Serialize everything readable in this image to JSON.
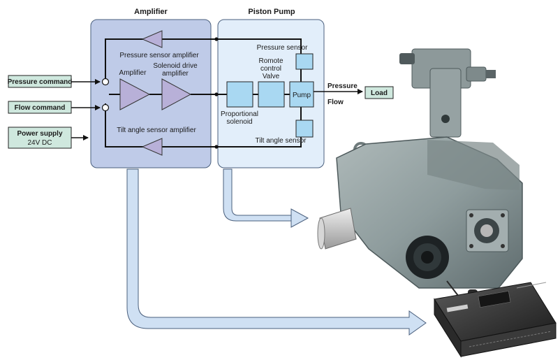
{
  "sections": {
    "amplifier": "Amplifier",
    "piston_pump": "Piston Pump"
  },
  "inputs": {
    "pressure_command": "Pressure command",
    "flow_command": "Flow command",
    "power_supply": "Power supply",
    "power_supply_voltage": "24V DC"
  },
  "blocks": {
    "pressure_sensor_amplifier": "Pressure sensor amplifier",
    "amplifier": "Amplifier",
    "solenoid_drive_amplifier_l1": "Solenoid drive",
    "solenoid_drive_amplifier_l2": "amplifier",
    "tilt_angle_sensor_amplifier": "Tilt angle sensor amplifier",
    "pressure_sensor": "Pressure sensor",
    "remote_control_valve_l1": "Romote",
    "remote_control_valve_l2": "control",
    "remote_control_valve_l3": "Valve",
    "proportional_solenoid_l1": "Proportional",
    "proportional_solenoid_l2": "solenoid",
    "pump": "Pump",
    "tilt_angle_sensor": "Tilt angle sensor"
  },
  "outputs": {
    "pressure": "Pressure",
    "flow": "Flow",
    "load": "Load"
  },
  "colors": {
    "amplifier_panel": "#bfcbe8",
    "pump_panel": "#e2eefa",
    "block_fill": "#a9d8f2",
    "amp_triangle": "#b8b0d8",
    "input_box": "#cfe8de",
    "wide_arrow": "#cfe0f3"
  }
}
